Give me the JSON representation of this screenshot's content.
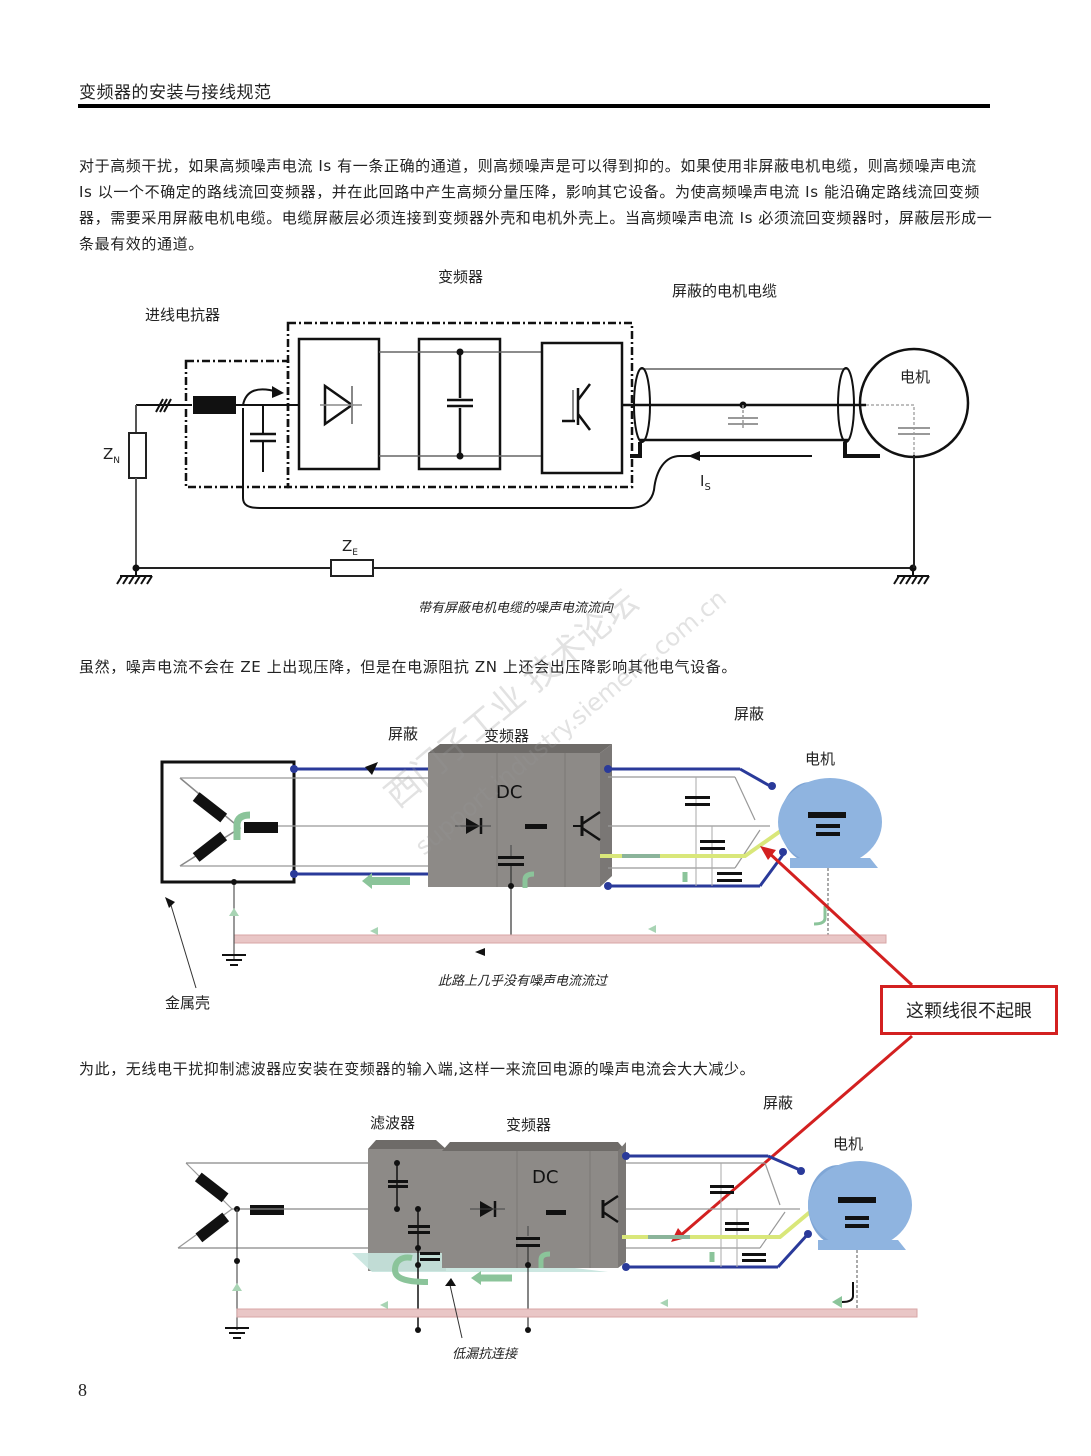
{
  "header": {
    "title": "变频器的安装与接线规范"
  },
  "paragraphs": {
    "p1": "对于高频干扰，如果高频噪声电流 Is 有一条正确的通道，则高频噪声是可以得到抑的。如果使用非屏蔽电机电缆，则高频噪声电流 Is 以一个不确定的路线流回变频器，并在此回路中产生高频分量压降，影响其它设备。为使高频噪声电流 Is 能沿确定路线流回变频器，需要采用屏蔽电机电缆。电缆屏蔽层必须连接到变频器外壳和电机外壳上。当高频噪声电流 Is 必须流回变频器时，屏蔽层形成一条最有效的通道。",
    "p2": "虽然，噪声电流不会在 ZE 上出现压降，但是在电源阻抗 ZN 上还会出压降影响其他电气设备。",
    "p3": "为此，无线电干扰抑制滤波器应安装在变频器的输入端,这样一来流回电源的噪声电流会大大减少。"
  },
  "figure1": {
    "label_inverter": "变频器",
    "label_reactor": "进线电抗器",
    "label_cable": "屏蔽的电机电缆",
    "label_motor": "电机",
    "label_zn": "Z",
    "label_zn_sub": "N",
    "label_ze": "Z",
    "label_ze_sub": "E",
    "label_is": "I",
    "label_is_sub": "S",
    "caption": "带有屏蔽电机电缆的噪声电流流向"
  },
  "figure2": {
    "label_shield_left": "屏蔽",
    "label_inverter": "变频器",
    "label_shield_right": "屏蔽",
    "label_motor": "电机",
    "label_dc": "DC",
    "label_enclosure": "金属壳",
    "caption": "此路上几乎没有噪声电流流过"
  },
  "figure3": {
    "label_filter": "滤波器",
    "label_inverter": "变频器",
    "label_shield": "屏蔽",
    "label_motor": "电机",
    "label_dc": "DC",
    "caption": "低漏抗连接"
  },
  "callout": {
    "text": "这颗线很不起眼",
    "color": "#d32020"
  },
  "watermark": {
    "line1": "西门子工业 技术论坛",
    "line2": "support.industry.siemens.com.cn"
  },
  "footer": {
    "page_number": "8"
  }
}
